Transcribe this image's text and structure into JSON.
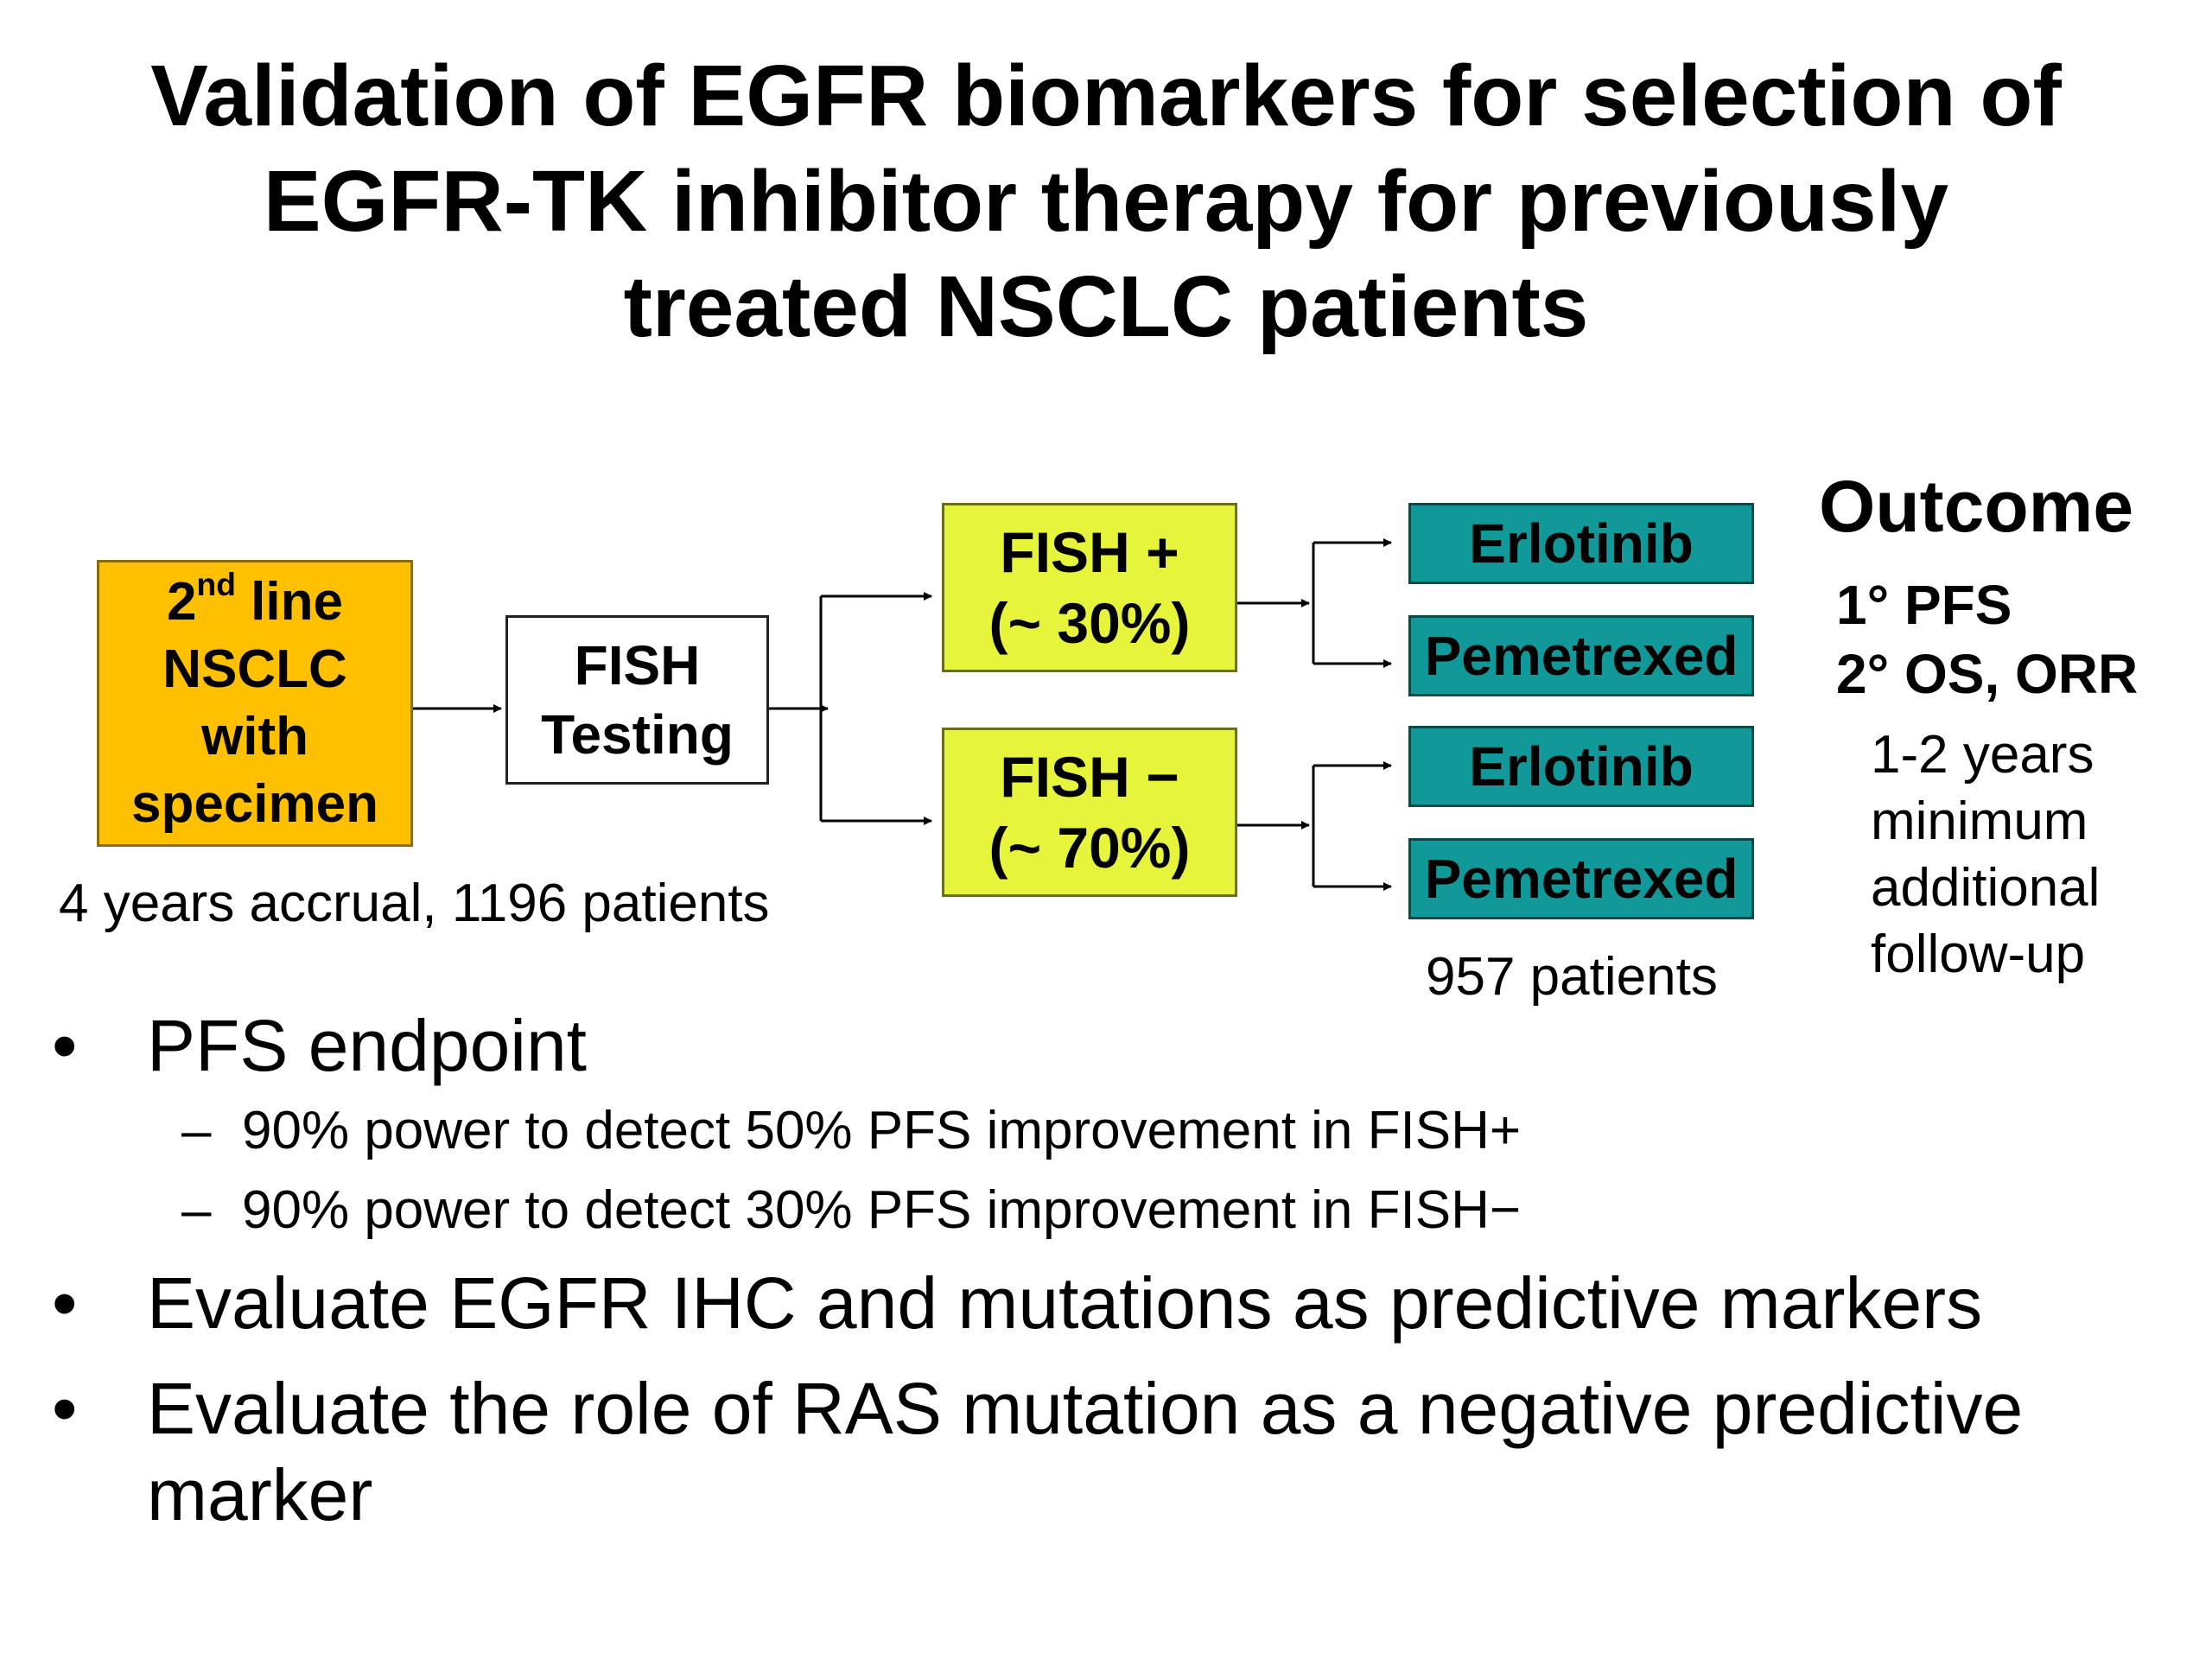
{
  "title_lines": [
    "Validation of EGFR biomarkers for selection of",
    "EGFR-TK inhibitor therapy for previously",
    "treated NSCLC patients"
  ],
  "start_box": {
    "line1_main": "2",
    "line1_sup": "nd",
    "line1_rest": " line",
    "line2": "NSCLC",
    "line3": "with",
    "line4": "specimen"
  },
  "fish_testing": {
    "line1": "FISH",
    "line2": "Testing"
  },
  "fish_pos": {
    "line1": "FISH +",
    "line2": "(~ 30%)"
  },
  "fish_neg": {
    "line1": "FISH −",
    "line2": "(~ 70%)"
  },
  "arms": [
    "Erlotinib",
    "Pemetrexed",
    "Erlotinib",
    "Pemetrexed"
  ],
  "accrual_caption": "4 years accrual, 1196 patients",
  "patients_caption": "957 patients",
  "outcome": {
    "heading": "Outcome",
    "primary": "1° PFS",
    "secondary": "2° OS, ORR",
    "followup": [
      "1-2 years",
      "minimum",
      "additional",
      "follow-up"
    ]
  },
  "bullets": {
    "b1": "PFS endpoint",
    "b1_subs": [
      "90% power to detect 50% PFS improvement in FISH+",
      "90% power to detect 30% PFS improvement in FISH−"
    ],
    "b2": "Evaluate EGFR IHC and mutations as predictive markers",
    "b3": "Evaluate the role of RAS mutation as a negative predictive marker",
    "bullet_char": "•",
    "dash_char": "–"
  },
  "colors": {
    "start_box": "#FFC000",
    "fish_boxes": "#E6F43C",
    "arm_boxes": "#119898",
    "connector": "#000000"
  }
}
